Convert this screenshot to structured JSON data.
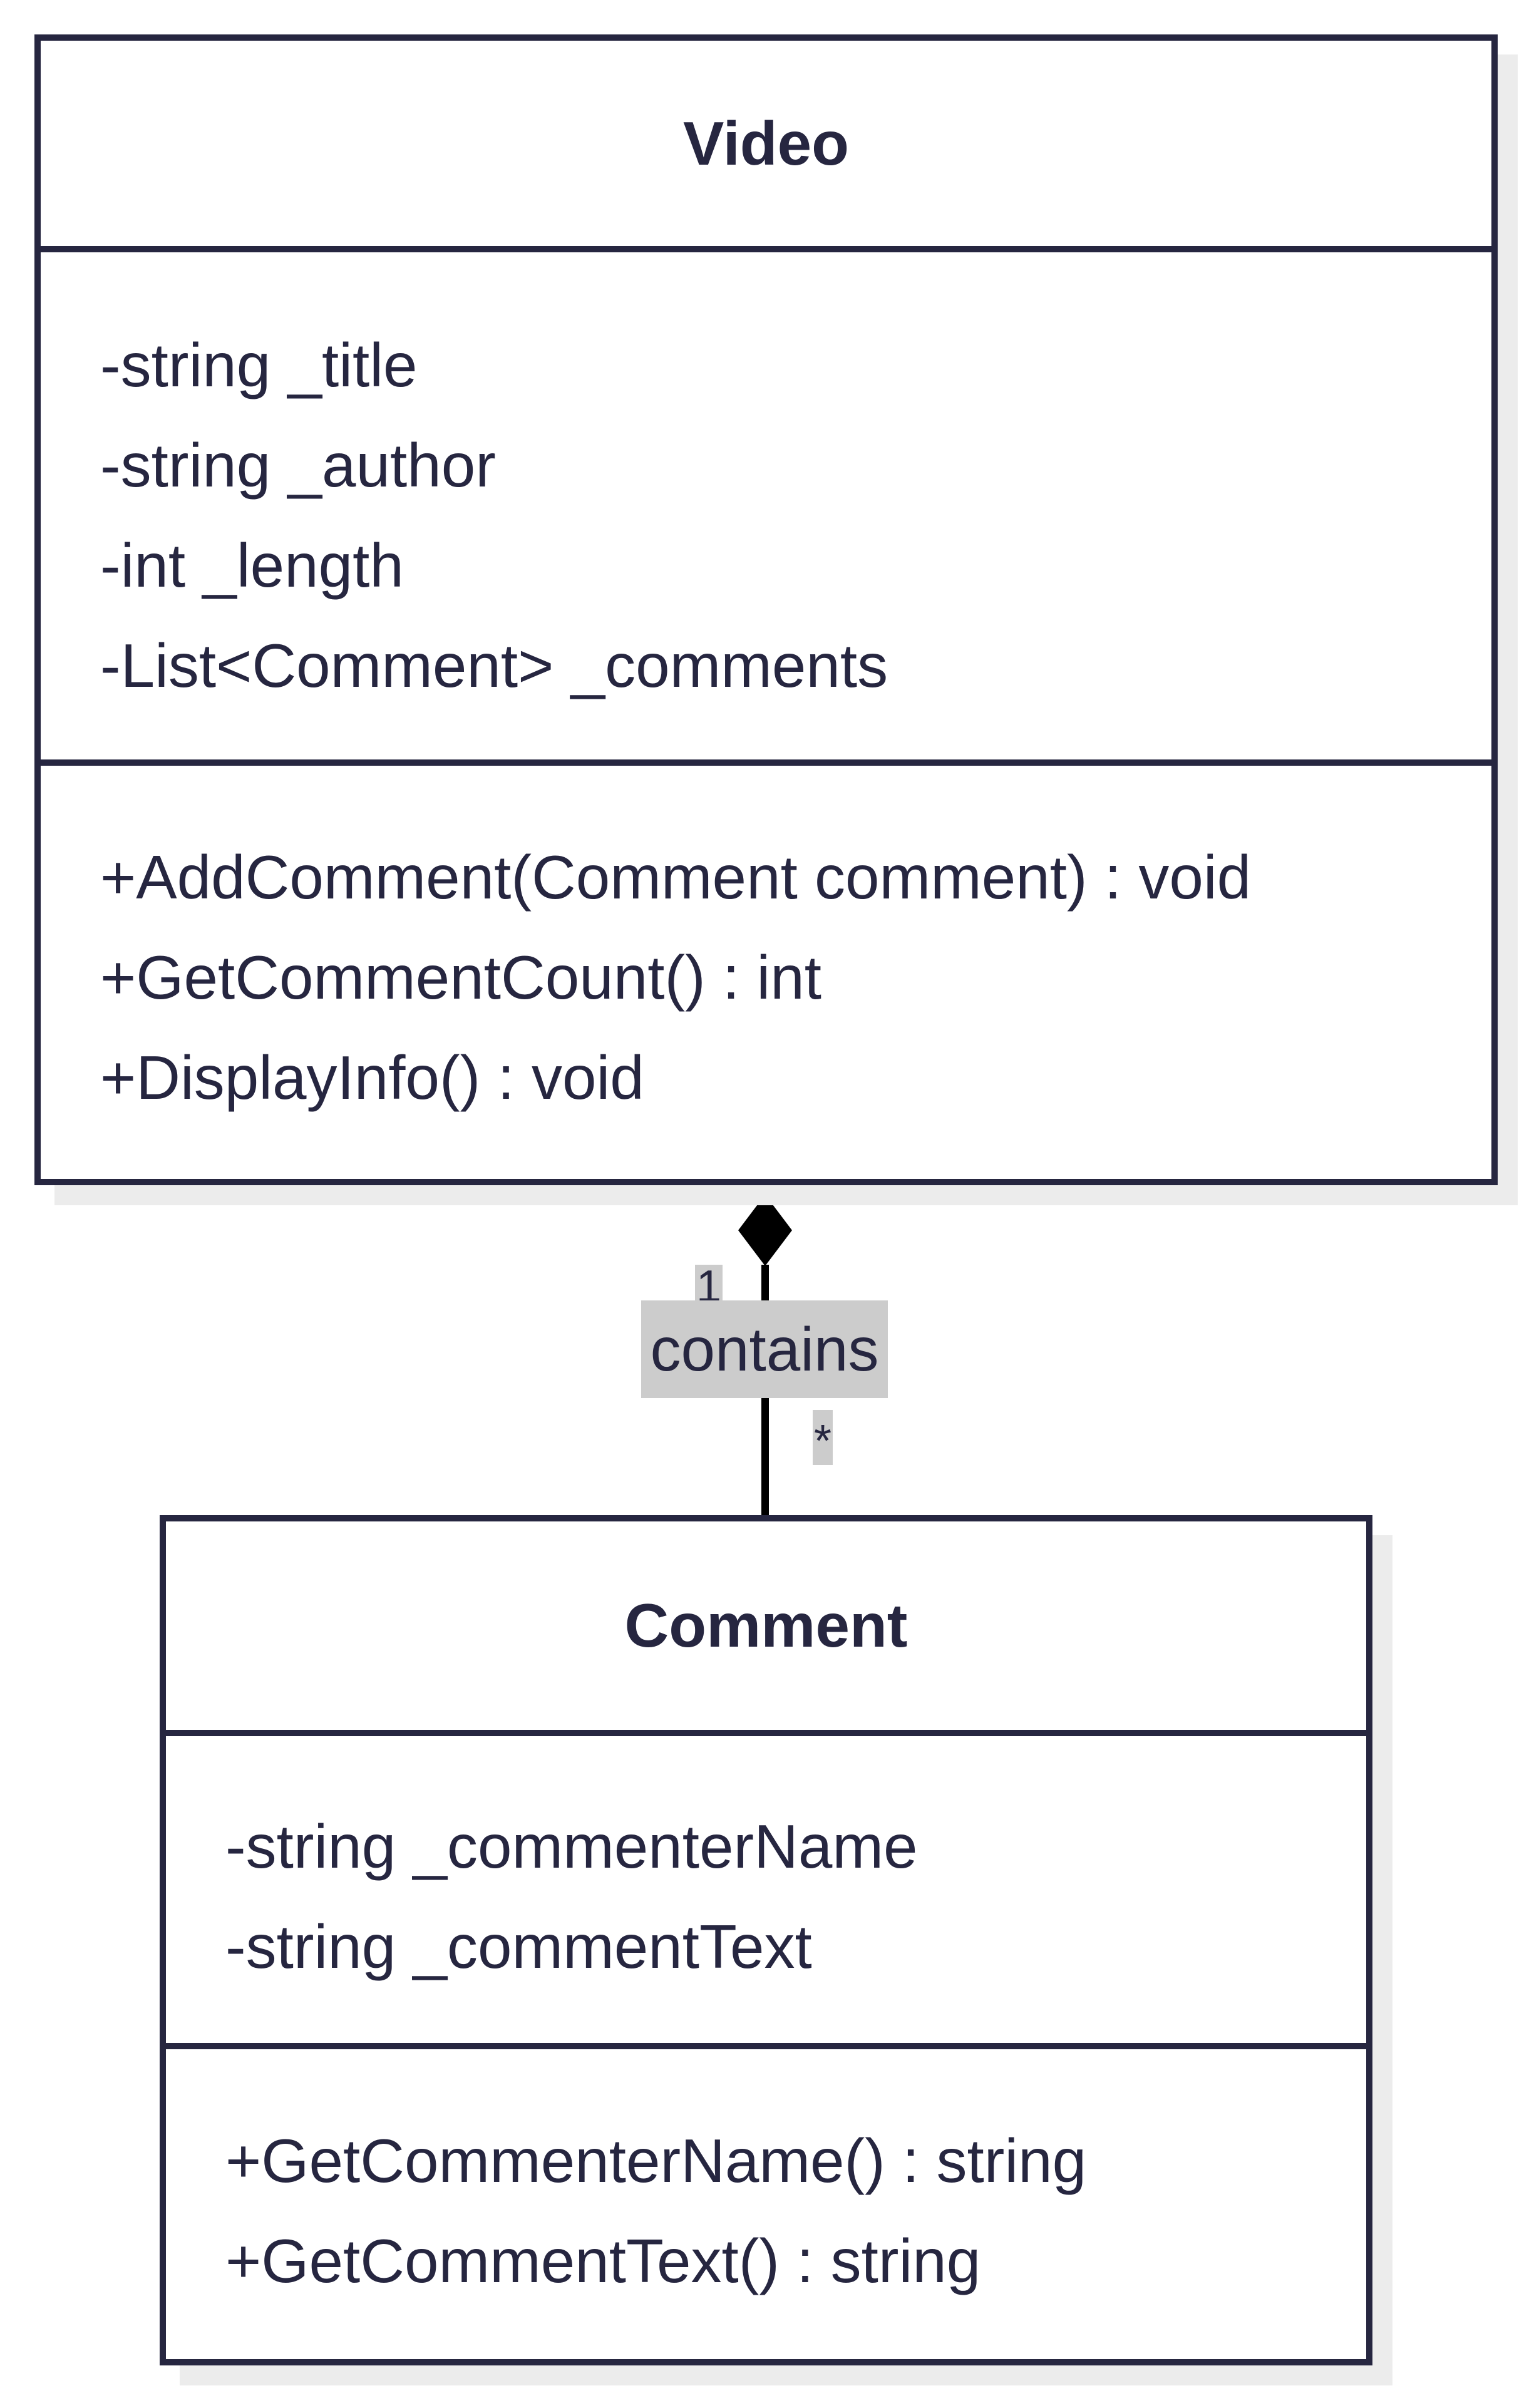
{
  "classes": {
    "video": {
      "name": "Video",
      "attributes": [
        "-string _title",
        "-string _author",
        "-int _length",
        "-List<Comment> _comments"
      ],
      "operations": [
        "+AddComment(Comment comment) : void",
        "+GetCommentCount() : int",
        "+DisplayInfo() : void"
      ]
    },
    "comment": {
      "name": "Comment",
      "attributes": [
        "-string _commenterName",
        "-string _commentText"
      ],
      "operations": [
        "+GetCommenterName() : string",
        "+GetCommentText() : string"
      ]
    }
  },
  "relationship": {
    "type": "composition",
    "label": "contains",
    "source_multiplicity": "1",
    "target_multiplicity": "*"
  },
  "colors": {
    "stroke": "#262640",
    "label_background": "#cccccc",
    "shadow": "#ececec"
  }
}
